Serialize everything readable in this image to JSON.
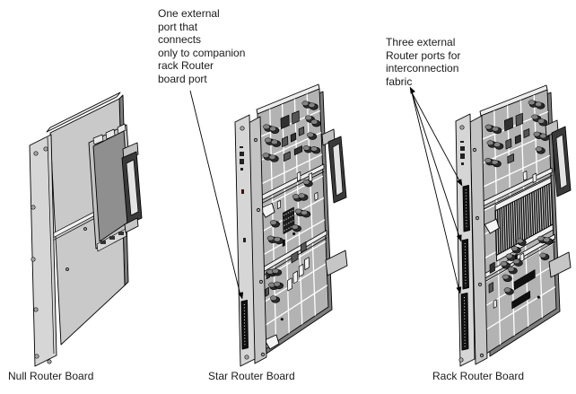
{
  "figure": {
    "description_labels": {
      "null_board": "Null Router Board",
      "star_board": "Star Router Board",
      "rack_board": "Rack Router Board"
    },
    "annotations": {
      "star_port_note": "One external\nport that\nconnects\nonly to companion\nrack Router\nboard port",
      "rack_ports_note": "Three external\nRouter ports for\ninterconnection\nfabric"
    }
  },
  "colors": {
    "background": "#ffffff",
    "line": "#000000",
    "panel": "#c9c9c9",
    "faceplate": "#d6d6d6",
    "strip": "#c4c4c4",
    "pcb": "#b3b3b3",
    "grid_line": "#ffffff",
    "rail": "#eeeeee",
    "mezzanine": "#8f8f8f",
    "edge_dark": "#7d7d7d",
    "component_dark": "#2b2b2b",
    "component_mid": "#828282",
    "connector_dark": "#3a3a3a",
    "port_slot": "#111111",
    "white_part": "#f4f4f4"
  }
}
